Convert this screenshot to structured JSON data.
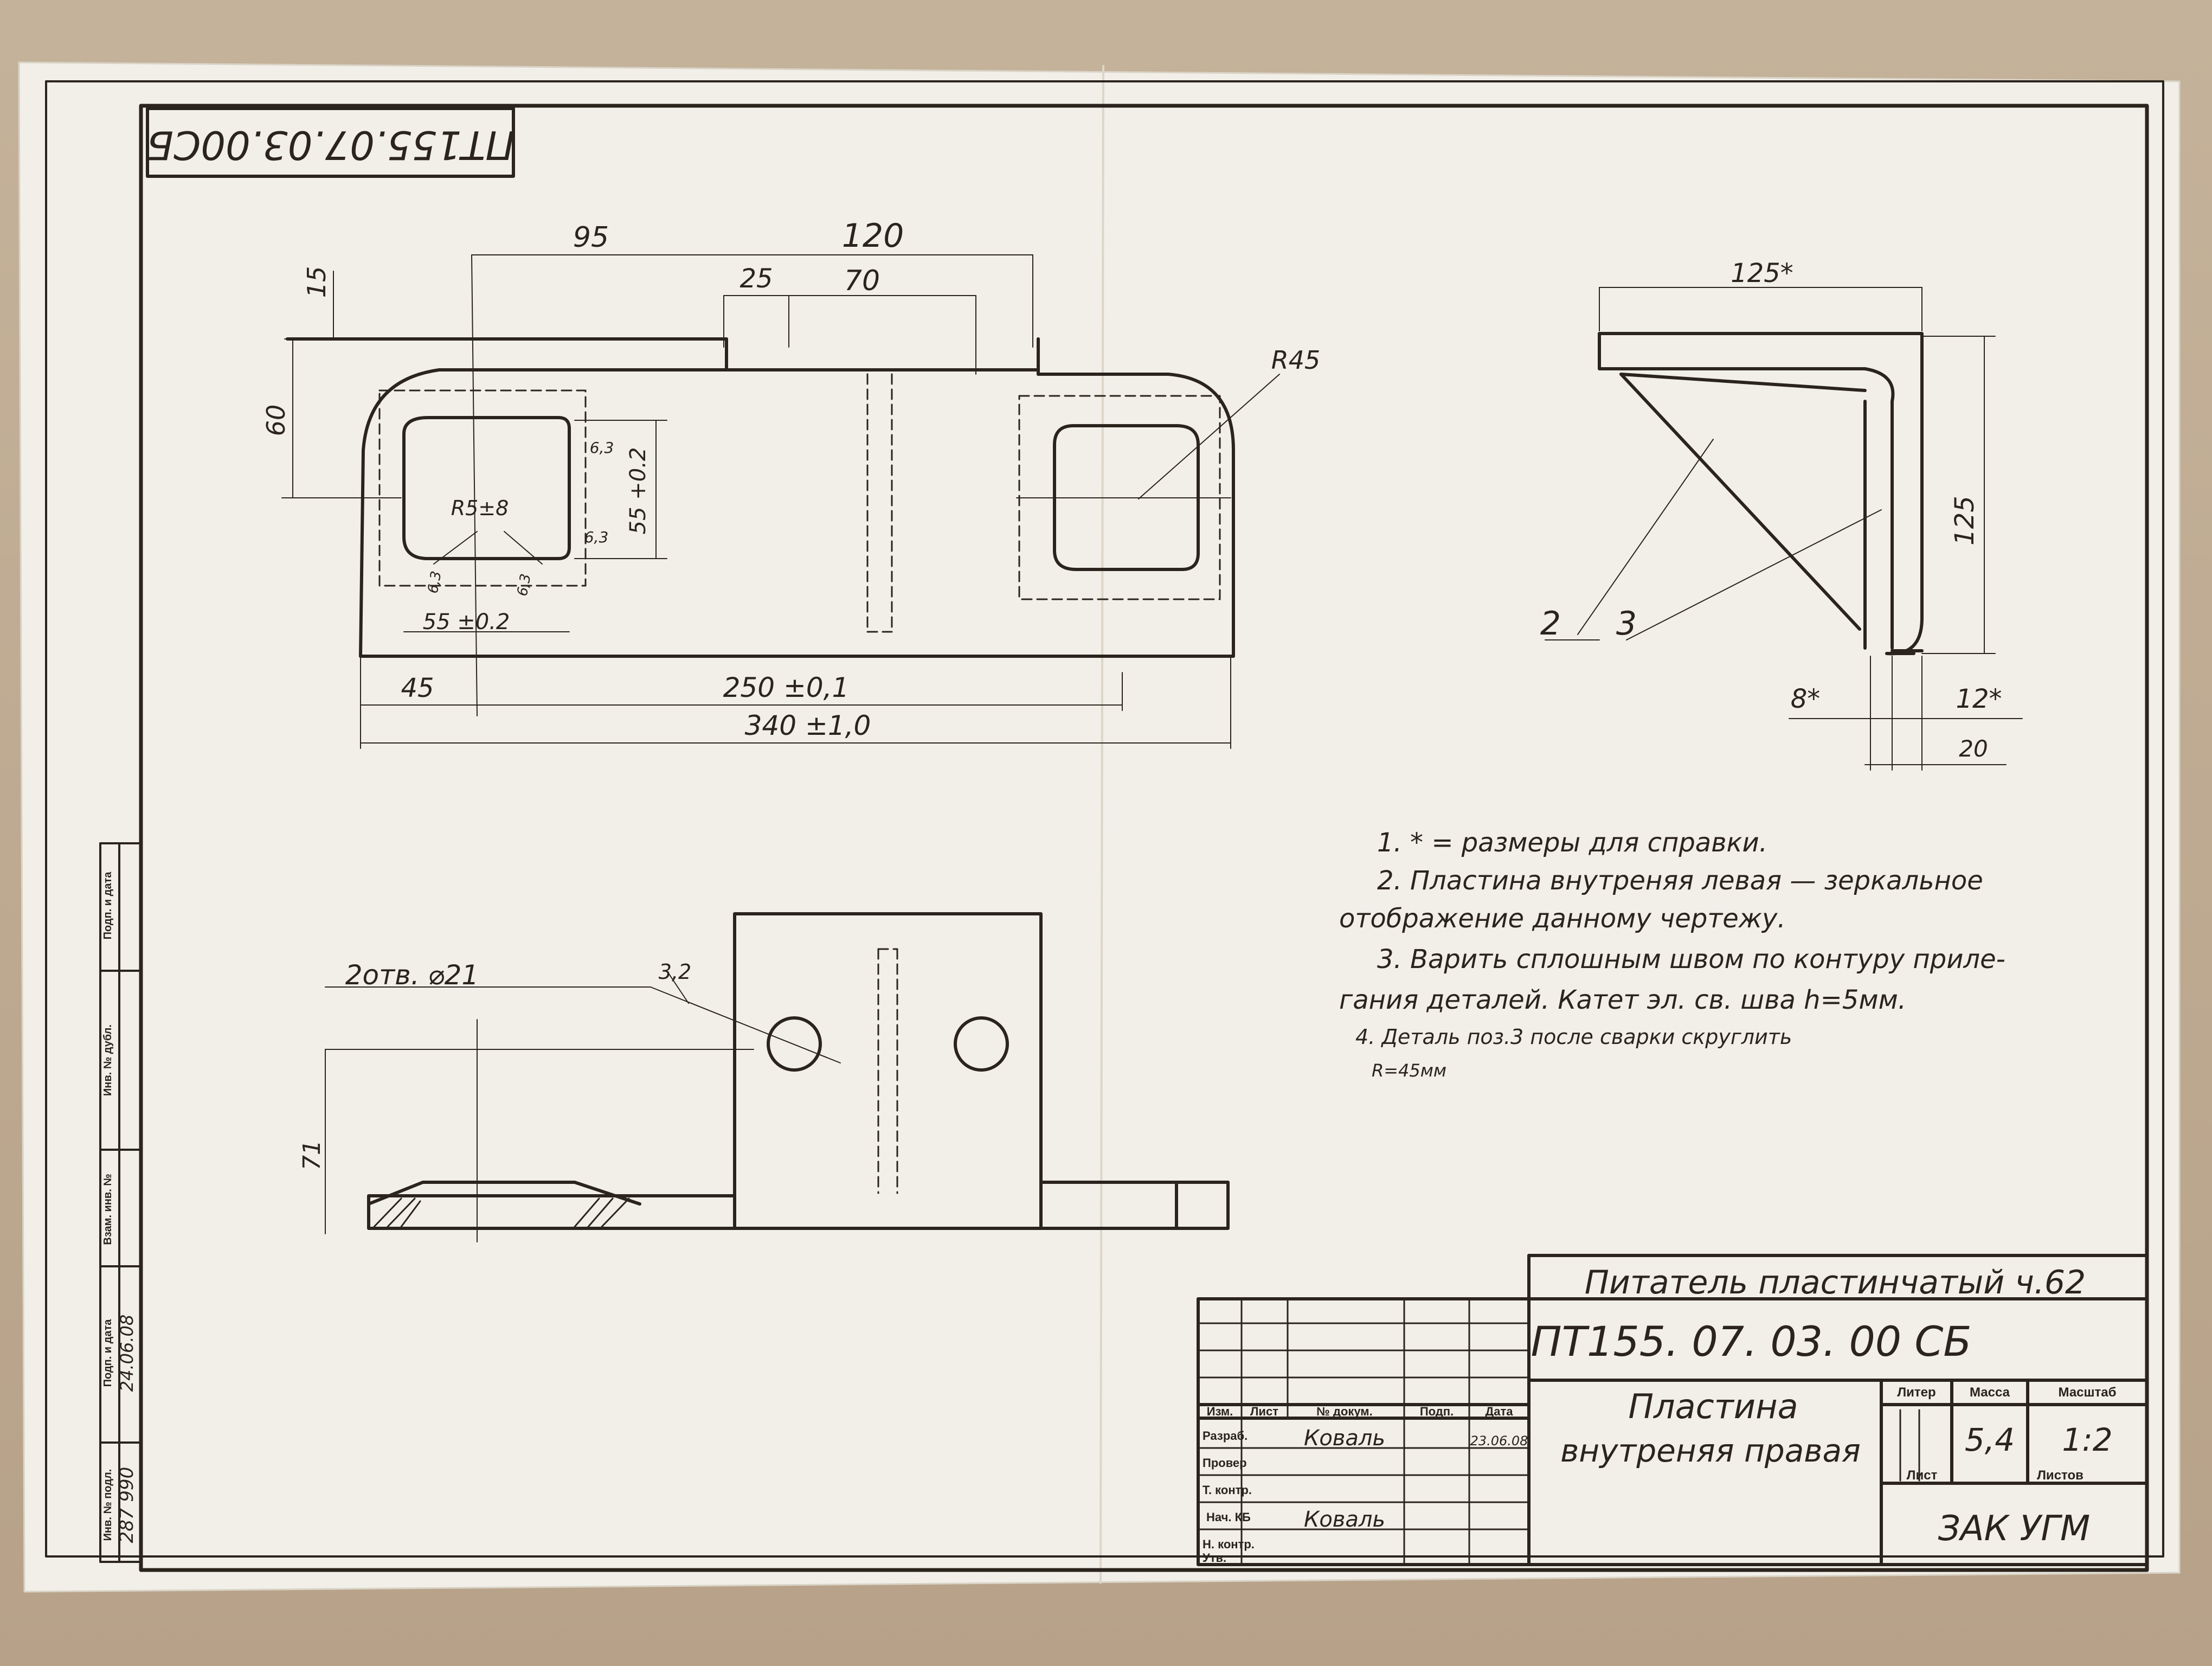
{
  "frame_stamp": "ПТ155.07.03.00СБ",
  "dimensions": {
    "d95": "95",
    "d120": "120",
    "d15": "15",
    "d25": "25",
    "d70": "70",
    "d60": "60",
    "r45": "R45",
    "r5": "R5±8",
    "d63a": "6,3",
    "d63b": "6,3",
    "d63c": "6,3",
    "d63d": "6,3",
    "h55": "55 +0.2",
    "w55": "55 ±0.2",
    "d45": "45",
    "d250": "250 ±0,1",
    "d340": "340 ±1,0",
    "d125top": "125*",
    "d125side": "125",
    "pos2": "2",
    "pos3": "3",
    "d8": "8*",
    "d12": "12*",
    "d20": "20",
    "holes": "2отв. ⌀21",
    "d32": "3,2",
    "d71": "71"
  },
  "notes": {
    "n1": "1. * = размеры для справки.",
    "n2a": "2. Пластина внутреняя левая — зеркальное",
    "n2b": "отображение данному чертежу.",
    "n3a": "3. Варить сплошным швом по контуру приле-",
    "n3b": "гания деталей. Катет эл. св. шва h=5мм.",
    "n4a": "4. Деталь поз.3 после сварки скруглить",
    "n4b": "R=45мм"
  },
  "side_strip": {
    "c1": "Инв. № подл.",
    "c2": "Подп. и дата",
    "c3": "Взам. инв. №",
    "c4": "Инв. № дубл.",
    "c5": "Подп. и дата",
    "inv_value": "287 990",
    "date_value": "24.06.08"
  },
  "title_block": {
    "product": "Питатель пластинчатый ч.62",
    "code": "ПТ155. 07. 03. 00 СБ",
    "name_line1": "Пластина",
    "name_line2": "внутреняя правая",
    "h_izm": "Изм.",
    "h_list": "Лист",
    "h_doc": "№ докум.",
    "h_sign": "Подп.",
    "h_date": "Дата",
    "r_razrab": "Разраб.",
    "r_prover": "Провер",
    "r_tkontr": "Т. контр.",
    "r_nachkb": "Нач. КБ",
    "r_nkontr": "Н. контр.",
    "r_utv": "Утв.",
    "razrab_name": "Коваль",
    "nachkb_name": "Коваль",
    "razrab_date": "23.06.08",
    "h_liter": "Литер",
    "h_mass": "Масса",
    "h_scale": "Масштаб",
    "mass_value": "5,4",
    "scale_value": "1:2",
    "h_sheet": "Лист",
    "h_sheets": "Листов",
    "org": "ЗАК УГМ"
  },
  "colors": {
    "ink": "#2b241d",
    "paper": "#f1efe8",
    "wall": "#b9a48c"
  }
}
